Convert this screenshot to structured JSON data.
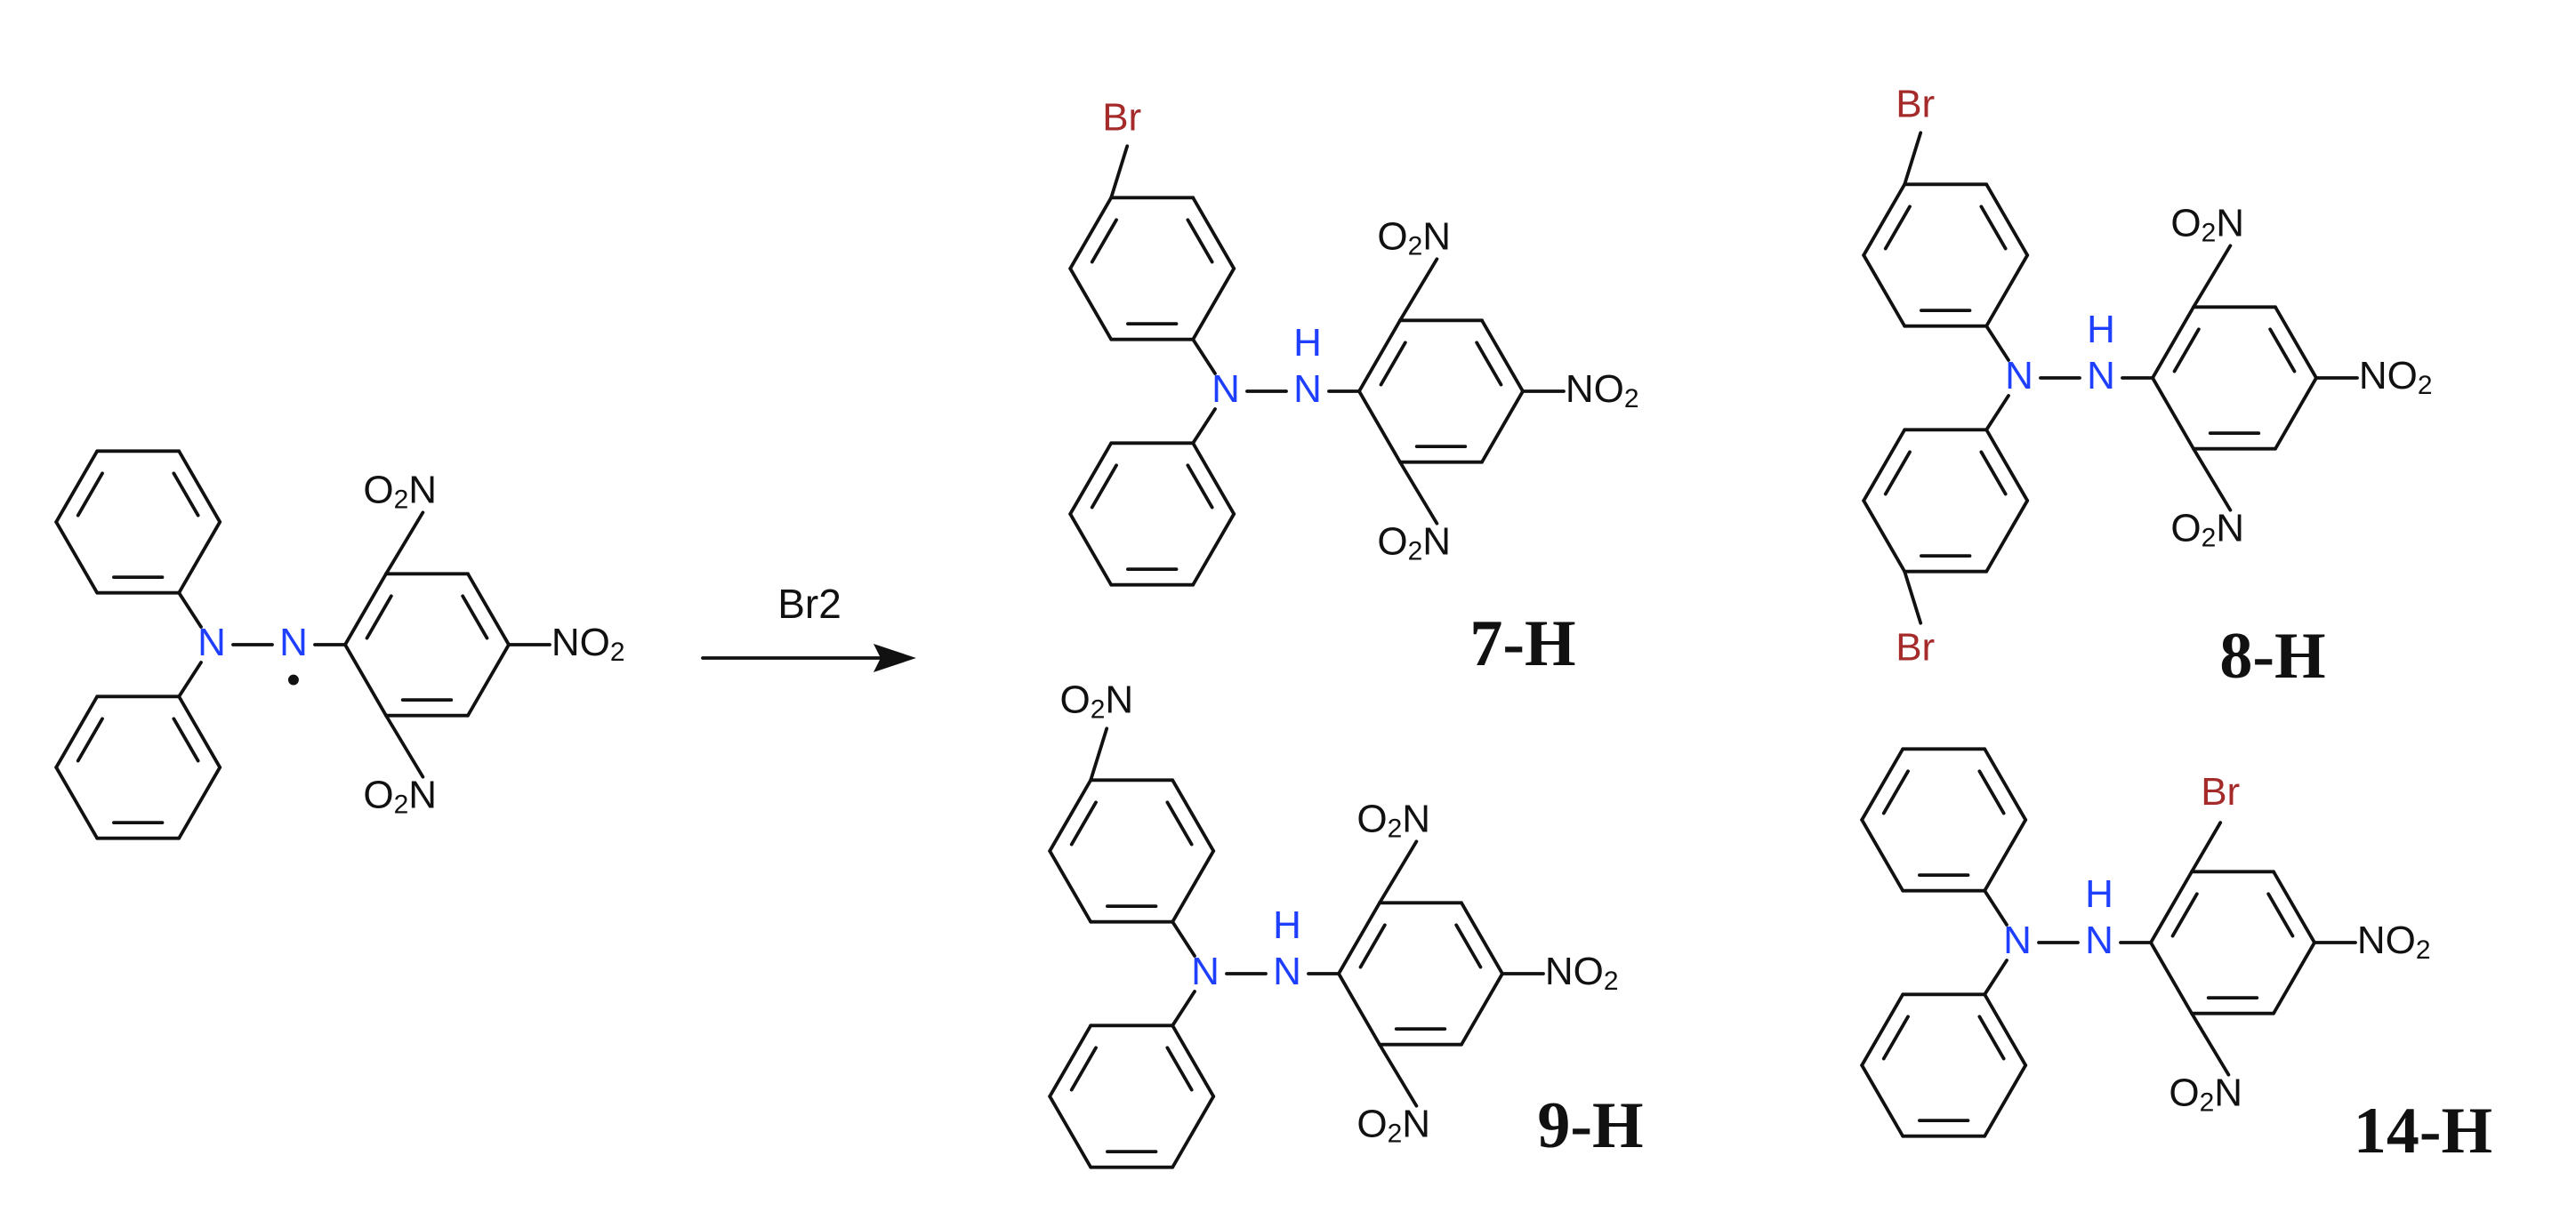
{
  "colors": {
    "bond": "#111111",
    "nitrogen": "#1f3fff",
    "bromine": "#a52a2a",
    "text": "#111111"
  },
  "reaction": {
    "reagent": "Br2"
  },
  "atoms": {
    "N": "N",
    "H": "H",
    "Br": "Br",
    "nitro_left_prefix": "O",
    "nitro_left_suffix": "N",
    "nitro_right_prefix": "NO",
    "sub_2": "2",
    "radical_dot": "•"
  },
  "compounds": [
    {
      "id": "dpph",
      "label": ""
    },
    {
      "id": "7-H",
      "label": "7-H"
    },
    {
      "id": "8-H",
      "label": "8-H"
    },
    {
      "id": "9-H",
      "label": "9-H"
    },
    {
      "id": "14-H",
      "label": "14-H"
    }
  ]
}
